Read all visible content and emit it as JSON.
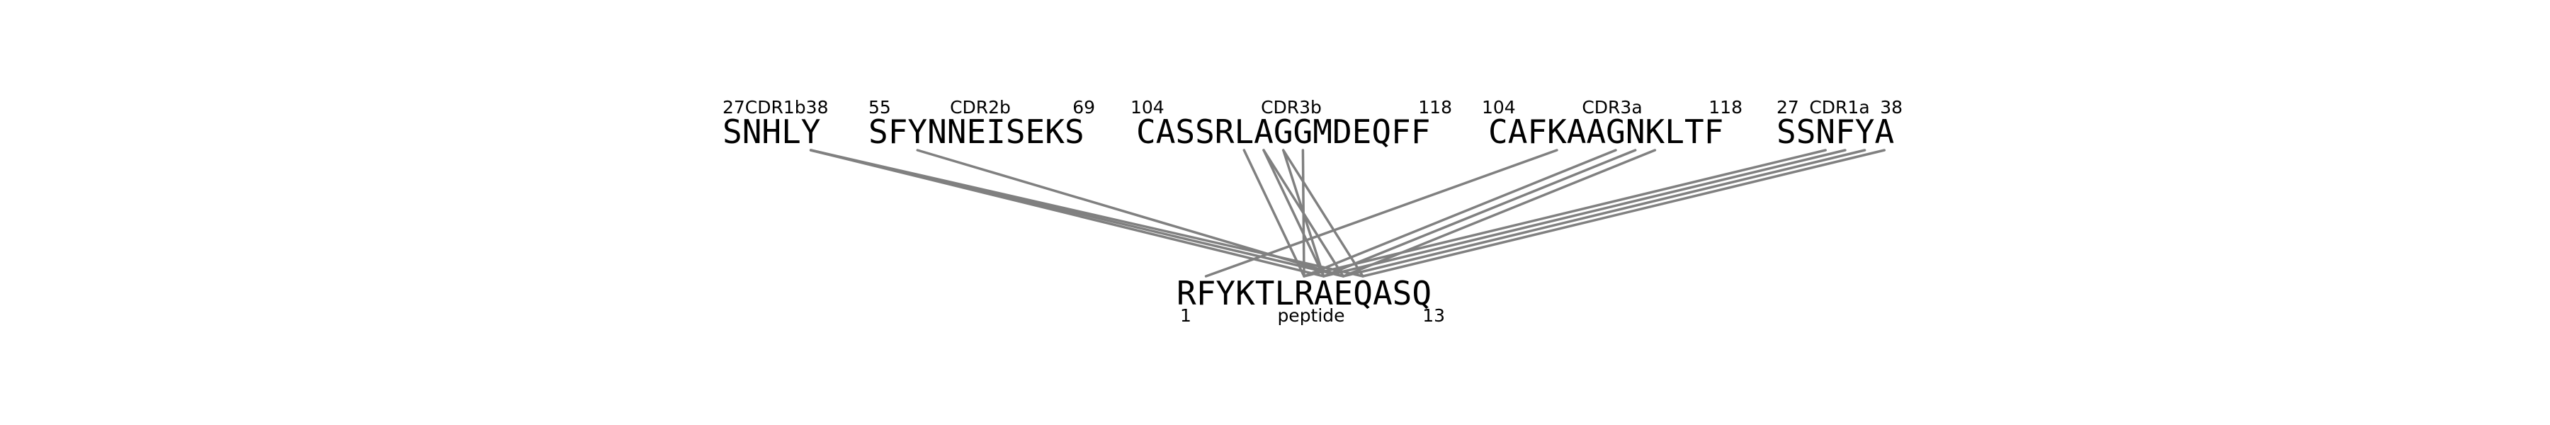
{
  "colors": {
    "line": "#808080",
    "text": "#000000",
    "background": "#ffffff"
  },
  "cdr_segments": [
    {
      "id": "cdr1b",
      "name": "CDR1b",
      "sequence": "SNHLY",
      "start": "27",
      "end": "38",
      "label_text": "27CDR1b38"
    },
    {
      "id": "cdr2b",
      "name": "CDR2b",
      "sequence": "SFYNNEISEKS",
      "start": "55",
      "end": "69"
    },
    {
      "id": "cdr3b",
      "name": "CDR3b",
      "sequence": "CASSRLAGGMDEQFF",
      "start": "104",
      "end": "118"
    },
    {
      "id": "cdr3a",
      "name": "CDR3a",
      "sequence": "CAFKAAGNKLTF",
      "start": "104",
      "end": "118"
    },
    {
      "id": "cdr1a",
      "name": "CDR1a",
      "sequence": "SSNFYA",
      "start": "27",
      "end": "38"
    }
  ],
  "peptide": {
    "name": "peptide",
    "sequence": "RFYKTLRAEQASQ",
    "start": "1",
    "end": "13"
  },
  "contacts": [
    {
      "seg": "cdr1b",
      "from": 4,
      "to": 7
    },
    {
      "seg": "cdr1b",
      "from": 4,
      "to": 8
    },
    {
      "seg": "cdr1b",
      "from": 4,
      "to": 9
    },
    {
      "seg": "cdr2b",
      "from": 2,
      "to": 8
    },
    {
      "seg": "cdr3b",
      "from": 5,
      "to": 6
    },
    {
      "seg": "cdr3b",
      "from": 6,
      "to": 7
    },
    {
      "seg": "cdr3b",
      "from": 6,
      "to": 8
    },
    {
      "seg": "cdr3b",
      "from": 7,
      "to": 7
    },
    {
      "seg": "cdr3b",
      "from": 7,
      "to": 9
    },
    {
      "seg": "cdr3b",
      "from": 8,
      "to": 6
    },
    {
      "seg": "cdr3a",
      "from": 3,
      "to": 1
    },
    {
      "seg": "cdr3a",
      "from": 6,
      "to": 6
    },
    {
      "seg": "cdr3a",
      "from": 7,
      "to": 7
    },
    {
      "seg": "cdr3a",
      "from": 8,
      "to": 8
    },
    {
      "seg": "cdr1a",
      "from": 2,
      "to": 6
    },
    {
      "seg": "cdr1a",
      "from": 3,
      "to": 7
    },
    {
      "seg": "cdr1a",
      "from": 4,
      "to": 8
    },
    {
      "seg": "cdr1a",
      "from": 5,
      "to": 9
    }
  ]
}
